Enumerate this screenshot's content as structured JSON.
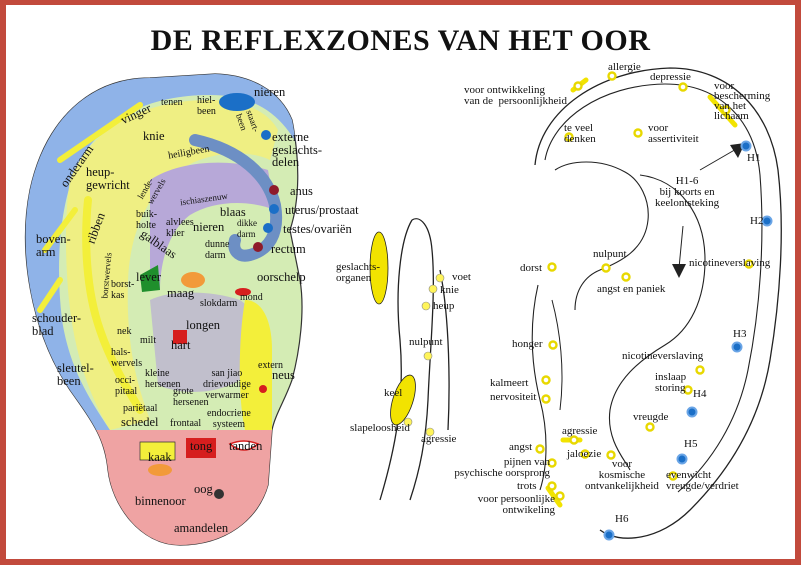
{
  "title": "DE REFLEXZONES VAN HET OOR",
  "colors": {
    "frame": "#c24a3c",
    "helix_blue": "#8fb3e8",
    "skin_green": "#d4ecb4",
    "bone_yellow": "#f3ef3a",
    "lavender": "#b7a8d8",
    "pink_lobe": "#efa3a3",
    "zone_yellow": "#f2e300",
    "point_blue": "#1b6fc7",
    "point_ring": "#fff45a",
    "organ_red": "#d61e1e",
    "organ_green": "#1f8f2c",
    "dark_red": "#8e1b2a",
    "orange": "#f29a3a"
  },
  "left_ear": {
    "nieren_top": "nieren",
    "tenen": "tenen",
    "hielbeen": "hiel-\nbeen",
    "staartbeen": "staart-\nbeen",
    "vinger": "vinger",
    "knie": "knie",
    "externe": "externe\ngeslachts-\ndelen",
    "onderarm": "onderarm",
    "heiligbeen": "heiligbeen",
    "heupgewricht": "heup-\ngewricht",
    "lendewervels": "lende-\nwervels",
    "ischiaszenuw": "ischiaszenuw",
    "anus": "anus",
    "uterus": "uterus/prostaat",
    "testes": "testes/ovariën",
    "rectum": "rectum",
    "bovenarm": "boven-\narm",
    "ribben": "ribben",
    "borstwervels": "borstwervels",
    "buikholte": "buik-\nholte",
    "alvleesklier": "alvlees\nklier",
    "blaas": "blaas",
    "dikkedarm": "dikke\ndarm",
    "nieren_mid": "nieren",
    "dunnedarm": "dunne\ndarm",
    "galblaas": "galblaas",
    "lever": "lever",
    "borstkas": "borst-\nkas",
    "maag": "maag",
    "slokdarm": "slokdarm",
    "mond": "mond",
    "oorschelp": "oorschelp",
    "schouderblad": "schouder-\nblad",
    "longen": "longen",
    "nek": "nek",
    "milt": "milt",
    "hart": "hart",
    "halswervels": "hals-\nwervels",
    "extern": "extern",
    "neus": "neus",
    "sleutelbeen": "sleutel-\nbeen",
    "kleinehersenen": "kleine\nhersenen",
    "sanjiao": "san jiao\ndrievoudige\nverwarmer",
    "occipitaal": "occi-\npitaal",
    "grotehersenen": "grote\nhersenen",
    "parietaal": "pariëtaal",
    "schedel": "schedel",
    "frontaal": "frontaal",
    "endocriene": "endocriene\nsysteem",
    "kaak": "kaak",
    "tong": "tong",
    "tanden": "tanden",
    "oog": "oog",
    "binnenoor": "binnenoor",
    "amandelen": "amandelen"
  },
  "middle_ear": {
    "geslachtsorganen": "geslachts-\norganen",
    "voet": "voet",
    "knie": "knie",
    "heup": "heup",
    "nulpunt": "nulpunt",
    "keel": "keel",
    "slapeloosheid": "slapeloosheid",
    "agressie": "agressie"
  },
  "right_ear": {
    "allergie": "allergie",
    "depressie": "depressie",
    "ontwikkeling": "voor ontwikkeling\nvan de  persoonlijkheid",
    "bescherming": "voor\nbescherming\nvan het\nlichaam",
    "teveeldenken": "te veel\ndenken",
    "assertiviteit": "voor\nassertiviteit",
    "h1": "H1",
    "h16": "H1-6\nbij koorts en\nkeelontsteking",
    "h2": "H2",
    "dorst": "dorst",
    "nulpunt": "nulpunt",
    "nicotine1": "nicotineverslaving",
    "angst": "angst en paniek",
    "h3": "H3",
    "honger": "honger",
    "nicotine2": "nicotineverslaving",
    "kalmeert": "kalmeert\nnervositeit",
    "inslaap": "inslaap\nstoring",
    "h4": "H4",
    "vreugde": "vreugde",
    "agressie": "agressie",
    "h5": "H5",
    "angst2": "angst",
    "pijnen": "pijnen van\npsychische oorsprong",
    "jaloezie": "jaloezie",
    "kosmische": "voor\nkosmische\nontvankelijkheid",
    "evenwicht": "evenwicht\nvreugde/verdriet",
    "trots": "trots",
    "persoonlijke": "voor persoonlijke\nontwikeling",
    "h6": "H6"
  }
}
